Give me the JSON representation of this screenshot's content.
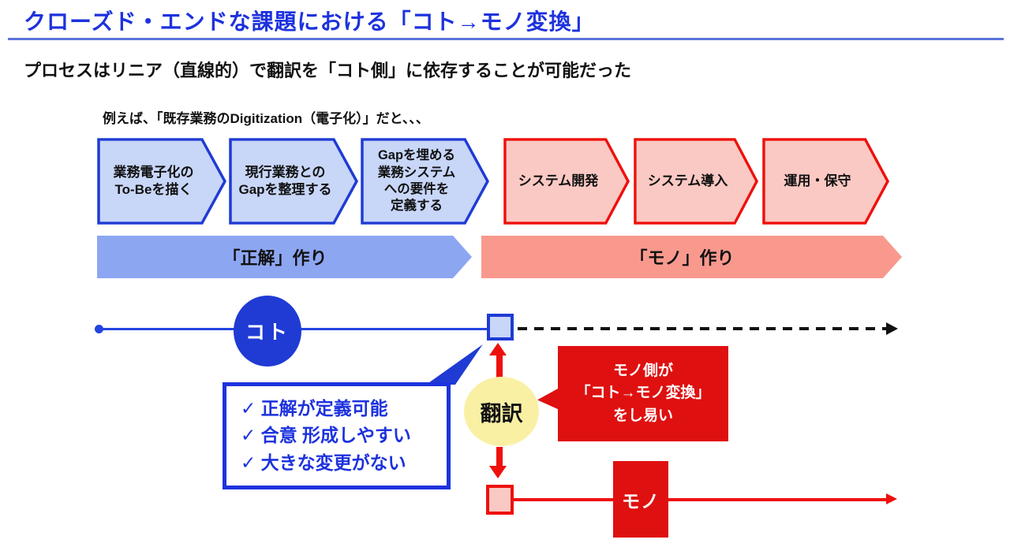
{
  "page": {
    "title": "クローズド・エンドな課題における「コト→モノ変換」",
    "subtitle": "プロセスはリニア（直線的）で翻訳を「コト側」に依存することが可能だった",
    "example_label": "例えば、「既存業務のDigitization（電子化）」だと、、、"
  },
  "process": {
    "koto_steps": [
      {
        "label": "業務電子化の\nTo-Beを描く"
      },
      {
        "label": "現行業務との\nGapを整理する"
      },
      {
        "label": "Gapを埋める\n業務システム\nへの要件を\n定義する"
      }
    ],
    "mono_steps": [
      {
        "label": "システム開発"
      },
      {
        "label": "システム導入"
      },
      {
        "label": "運用・保守"
      }
    ],
    "koto_banner": "「正解」作り",
    "mono_banner": "「モノ」作り"
  },
  "timeline": {
    "koto_label": "コト",
    "honyaku_label": "翻訳",
    "mono_label": "モノ",
    "bubble_text": "モノ側が\n「コト→モノ変換」\nをし易い",
    "checklist": [
      "✓ 正解が定義可能",
      "✓ 合意 形成しやすい",
      "✓ 大きな変更がない"
    ]
  },
  "colors": {
    "blue": "#1d32dd",
    "blue-dark": "#1f3bd4",
    "blue-fill": "#c8d6f8",
    "banner-blue": "#8da6f2",
    "banner-pink": "#f9998e",
    "red": "#ee100c",
    "red-box": "#df1010",
    "pink-fill": "#fbc9c3",
    "yellow": "#faf0a4",
    "ink": "#111111"
  }
}
